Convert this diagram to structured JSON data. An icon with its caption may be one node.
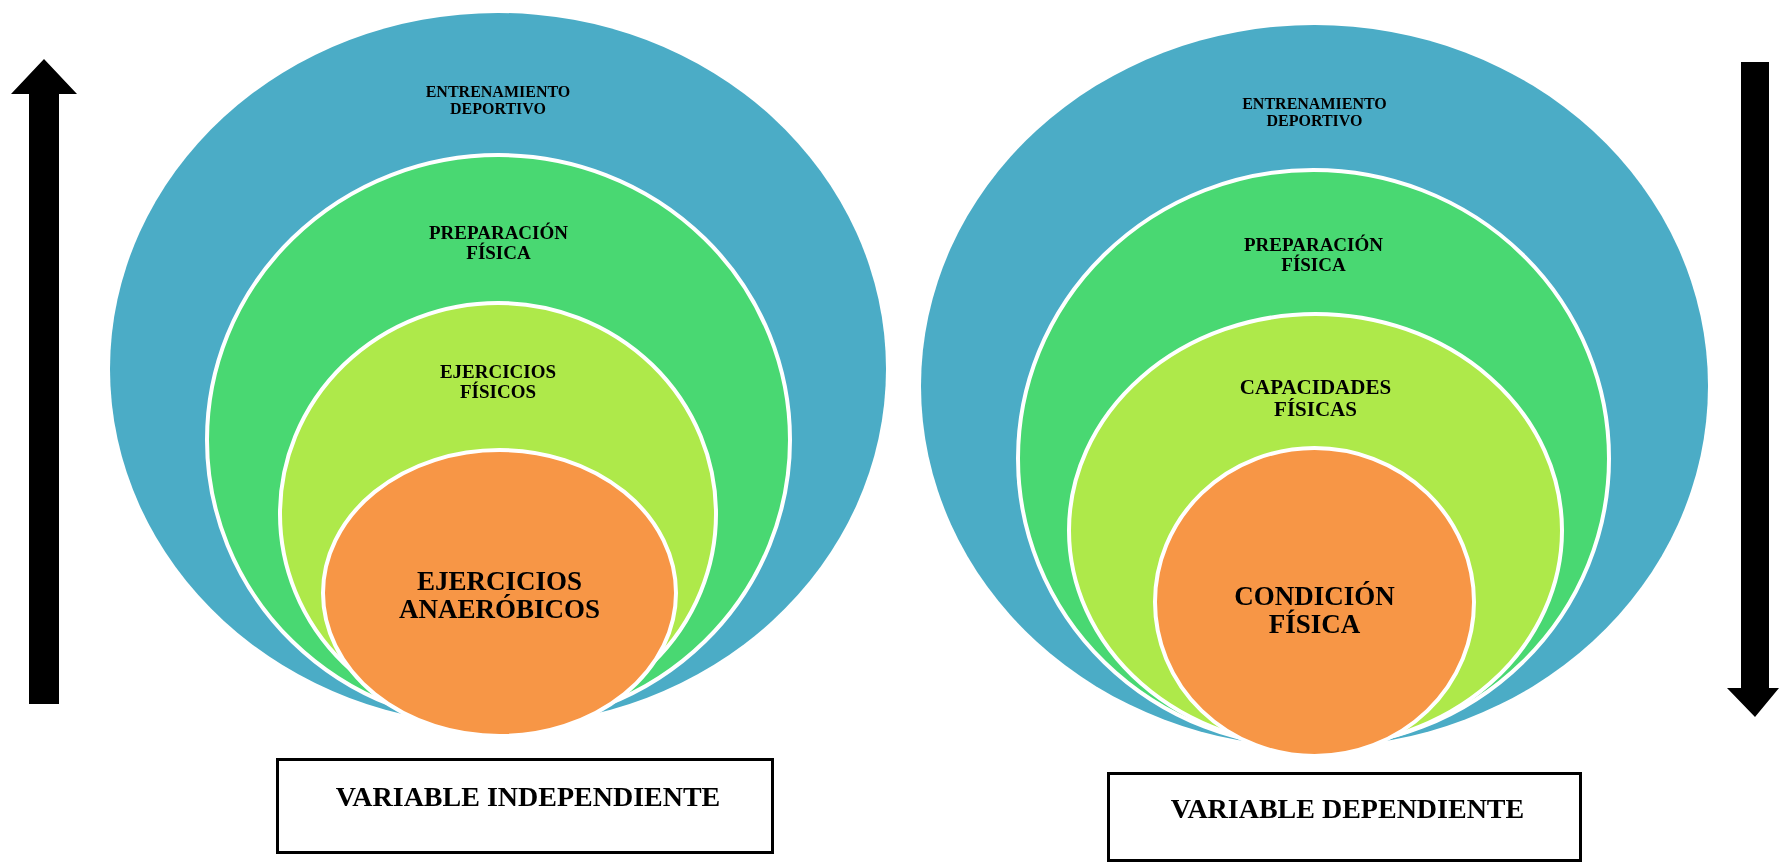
{
  "diagram": {
    "nodes": [
      {
        "text": [
          "ENTRENAMIENTO DEPORTIVO"
        ]
      },
      {
        "text": [
          "PREPARACIÓN FÍSICA"
        ],
        "in": 0
      },
      {
        "text": [
          "EJERCICIOS FÍSICOS"
        ],
        "in": 1
      },
      {
        "text": [
          "EJERCICIOS ANAERÓBICOS"
        ],
        "in": 2
      },
      {
        "text": [
          "VARIABLE INDEPENDIENTE"
        ]
      },
      {
        "text": [
          "ENTRENAMIENTO DEPORTIVO"
        ]
      },
      {
        "text": [
          "PREPARACIÓN FÍSICA"
        ],
        "in": 5
      },
      {
        "text": [
          "CAPACIDADES FÍSICAS"
        ],
        "in": 6
      },
      {
        "text": [
          "CONDICIÓN FÍSICA"
        ],
        "in": 7
      },
      {
        "text": [
          "VARIABLE DEPENDIENTE"
        ]
      }
    ]
  }
}
